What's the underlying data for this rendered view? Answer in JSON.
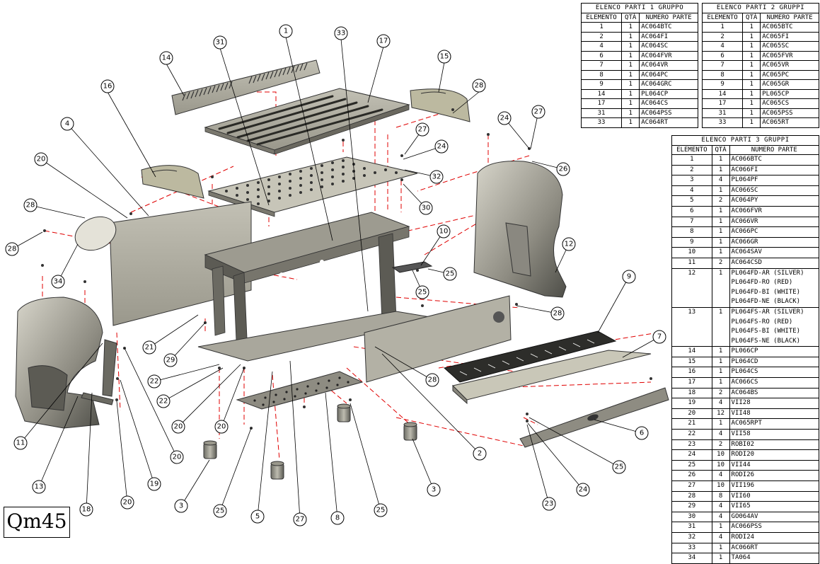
{
  "model_label": "Qm45",
  "table1": {
    "title": "ELENCO PARTI 1 GRUPPO",
    "headers": [
      "ELEMENTO",
      "QTÀ",
      "NUMERO PARTE"
    ],
    "rows": [
      [
        "1",
        "1",
        "AC064BTC"
      ],
      [
        "2",
        "1",
        "AC064FI"
      ],
      [
        "4",
        "1",
        "AC064SC"
      ],
      [
        "6",
        "1",
        "AC064FVR"
      ],
      [
        "7",
        "1",
        "AC064VR"
      ],
      [
        "8",
        "1",
        "AC064PC"
      ],
      [
        "9",
        "1",
        "AC064GRC"
      ],
      [
        "14",
        "1",
        "PL064CP"
      ],
      [
        "17",
        "1",
        "AC064CS"
      ],
      [
        "31",
        "1",
        "AC064PSS"
      ],
      [
        "33",
        "1",
        "AC064RT"
      ]
    ]
  },
  "table2": {
    "title": "ELENCO PARTI 2 GRUPPI",
    "headers": [
      "ELEMENTO",
      "QTÀ",
      "NUMERO PARTE"
    ],
    "rows": [
      [
        "1",
        "1",
        "AC065BTC"
      ],
      [
        "2",
        "1",
        "AC065FI"
      ],
      [
        "4",
        "1",
        "AC065SC"
      ],
      [
        "6",
        "1",
        "AC065FVR"
      ],
      [
        "7",
        "1",
        "AC065VR"
      ],
      [
        "8",
        "1",
        "AC065PC"
      ],
      [
        "9",
        "1",
        "AC065GR"
      ],
      [
        "14",
        "1",
        "PL065CP"
      ],
      [
        "17",
        "1",
        "AC065CS"
      ],
      [
        "31",
        "1",
        "AC065PSS"
      ],
      [
        "33",
        "1",
        "AC065RT"
      ]
    ]
  },
  "table3": {
    "title": "ELENCO PARTI 3 GRUPPI",
    "headers": [
      "ELEMENTO",
      "QTÀ",
      "NUMERO PARTE"
    ],
    "rows": [
      [
        "1",
        "1",
        [
          "AC066BTC"
        ]
      ],
      [
        "2",
        "1",
        [
          "AC066FI"
        ]
      ],
      [
        "3",
        "4",
        [
          "PL064PF"
        ]
      ],
      [
        "4",
        "1",
        [
          "AC066SC"
        ]
      ],
      [
        "5",
        "2",
        [
          "AC064PY"
        ]
      ],
      [
        "6",
        "1",
        [
          "AC066FVR"
        ]
      ],
      [
        "7",
        "1",
        [
          "AC066VR"
        ]
      ],
      [
        "8",
        "1",
        [
          "AC066PC"
        ]
      ],
      [
        "9",
        "1",
        [
          "AC066GR"
        ]
      ],
      [
        "10",
        "1",
        [
          "AC064SAV"
        ]
      ],
      [
        "11",
        "2",
        [
          "AC064CSD"
        ]
      ],
      [
        "12",
        "1",
        [
          "PL064FD-AR (SILVER)",
          "PL064FD-RO (RED)",
          "PL064FD-BI (WHITE)",
          "PL064FD-NE (BLACK)"
        ]
      ],
      [
        "13",
        "1",
        [
          "PL064FS-AR (SILVER)",
          "PL064FS-RO (RED)",
          "PL064FS-BI (WHITE)",
          "PL064FS-NE (BLACK)"
        ]
      ],
      [
        "14",
        "1",
        [
          "PL066CP"
        ]
      ],
      [
        "15",
        "1",
        [
          "PL064CD"
        ]
      ],
      [
        "16",
        "1",
        [
          "PL064CS"
        ]
      ],
      [
        "17",
        "1",
        [
          "AC066CS"
        ]
      ],
      [
        "18",
        "2",
        [
          "AC064BS"
        ]
      ],
      [
        "19",
        "4",
        [
          "VII28"
        ]
      ],
      [
        "20",
        "12",
        [
          "VII48"
        ]
      ],
      [
        "21",
        "1",
        [
          "AC065RPT"
        ]
      ],
      [
        "22",
        "4",
        [
          "VII58"
        ]
      ],
      [
        "23",
        "2",
        [
          "ROBI02"
        ]
      ],
      [
        "24",
        "10",
        [
          "RODI20"
        ]
      ],
      [
        "25",
        "10",
        [
          "VII44"
        ]
      ],
      [
        "26",
        "4",
        [
          "RODI26"
        ]
      ],
      [
        "27",
        "10",
        [
          "VII196"
        ]
      ],
      [
        "28",
        "8",
        [
          "VII60"
        ]
      ],
      [
        "29",
        "4",
        [
          "VII65"
        ]
      ],
      [
        "30",
        "4",
        [
          "GO064AV"
        ]
      ],
      [
        "31",
        "1",
        [
          "AC066PSS"
        ]
      ],
      [
        "32",
        "4",
        [
          "RODI24"
        ]
      ],
      [
        "33",
        "1",
        [
          "AC066RT"
        ]
      ],
      [
        "34",
        "1",
        [
          "TA064"
        ]
      ]
    ]
  },
  "callouts": [
    "1",
    "2",
    "3",
    "3",
    "4",
    "5",
    "6",
    "7",
    "8",
    "9",
    "10",
    "11",
    "12",
    "13",
    "14",
    "15",
    "16",
    "17",
    "18",
    "19",
    "20",
    "20",
    "20",
    "20",
    "20",
    "21",
    "22",
    "22",
    "23",
    "24",
    "24",
    "24",
    "25",
    "25",
    "25",
    "25",
    "25",
    "26",
    "27",
    "27",
    "27",
    "28",
    "28",
    "28",
    "28",
    "28",
    "29",
    "30",
    "31",
    "32",
    "33",
    "34"
  ],
  "colors": {
    "dash": "#e00000",
    "metal_dark": "#4a4a44",
    "metal_mid": "#8a8a80",
    "metal_light": "#c9c7b8",
    "panel": "#b5b3a6"
  }
}
